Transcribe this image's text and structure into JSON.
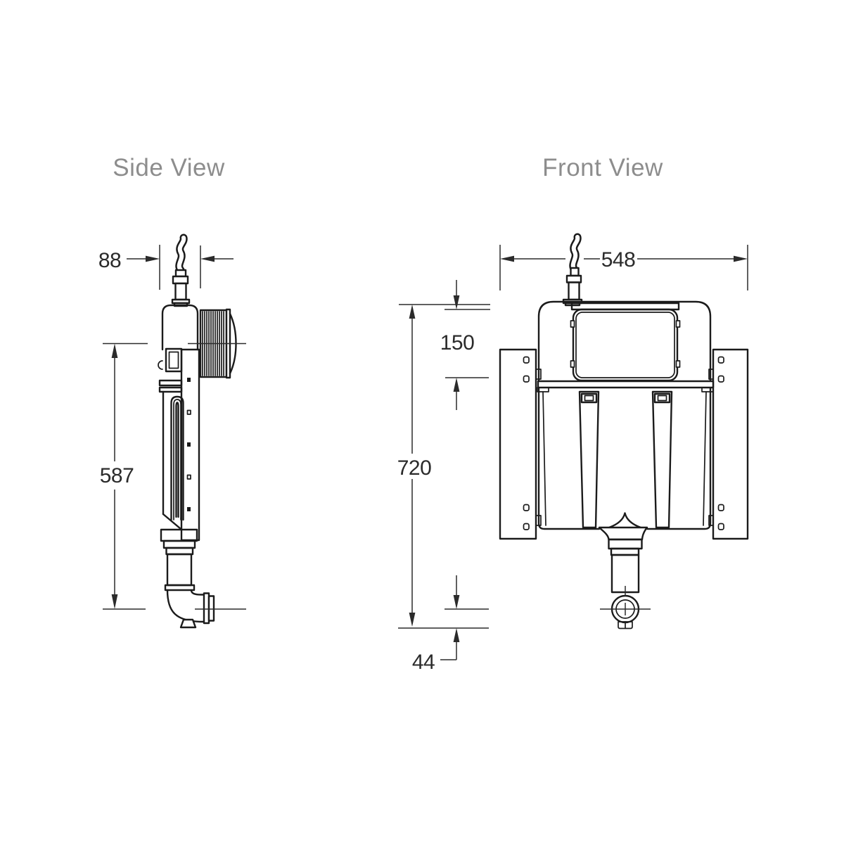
{
  "titles": {
    "side": "Side View",
    "front": "Front View"
  },
  "dimensions": {
    "side_depth": "88",
    "side_inlet_to_outlet_height": "587",
    "front_width": "548",
    "front_top_to_service_panel": "150",
    "front_overall_height": "720",
    "front_outlet_to_base": "44"
  },
  "colors": {
    "background": "#ffffff",
    "line": "#1b1b1b",
    "dimension": "#2b2b2b",
    "title": "#8d8d8d"
  }
}
